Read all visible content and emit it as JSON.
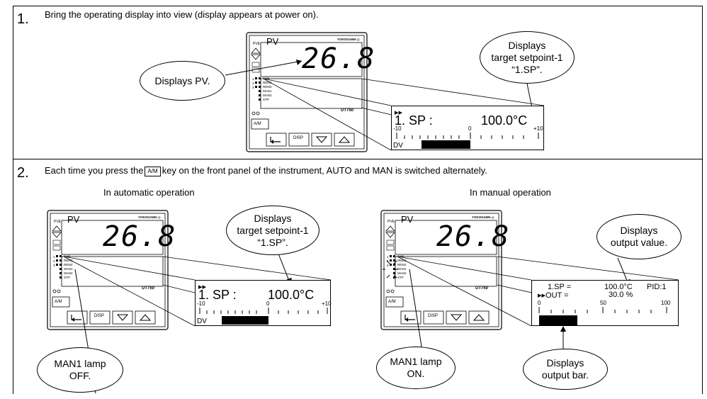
{
  "step1": {
    "number": "1.",
    "text": "Bring the operating display into view (display appears at power on).",
    "controller": {
      "pv": "PV",
      "value": "26.8",
      "brand": "YOKOGAWA",
      "model": "UT750",
      "key_am": "A/M",
      "key_disp": "DISP",
      "key_set": "SET/ENT",
      "lamps": [
        "CAS",
        "REM1",
        "REM2",
        "MAN1",
        "MAN2",
        "STP"
      ]
    },
    "bubble_pv": "Displays PV.",
    "bubble_sp": [
      "Displays",
      "target setpoint-1",
      "“1.SP”."
    ],
    "panel": {
      "arrow": "▸▸",
      "sp_label": "1. SP :",
      "sp_value": "100.0°C",
      "scale_min": "-10",
      "scale_mid": "0",
      "scale_max": "+10",
      "dv": "DV"
    }
  },
  "step2": {
    "number": "2.",
    "text_before": "Each time you press the",
    "key": "A/M",
    "text_after": "key on the front panel of the instrument, AUTO and MAN is switched alternately.",
    "auto": {
      "caption": "In automatic operation",
      "bubble_sp": [
        "Displays",
        "target setpoint-1",
        "“1.SP”."
      ],
      "bubble_lamp": [
        "MAN1 lamp",
        "OFF."
      ],
      "panel": {
        "arrow": "▸▸",
        "sp_label": "1. SP :",
        "sp_value": "100.0°C",
        "scale_min": "-10",
        "scale_mid": "0",
        "scale_max": "+10",
        "dv": "DV"
      }
    },
    "manual": {
      "caption": "In manual operation",
      "bubble_out": [
        "Displays",
        "output value."
      ],
      "bubble_lamp": [
        "MAN1 lamp",
        "ON."
      ],
      "bubble_bar": [
        "Displays",
        "output bar."
      ],
      "panel": {
        "sp_line": "1.SP =",
        "sp_value": "100.0°C",
        "pid": "PID:1",
        "out_line": "▸▸OUT =",
        "out_value": "30.0 %",
        "scale_min": "0",
        "scale_mid": "50",
        "scale_max": "100",
        "bar_percent": 30
      }
    }
  }
}
